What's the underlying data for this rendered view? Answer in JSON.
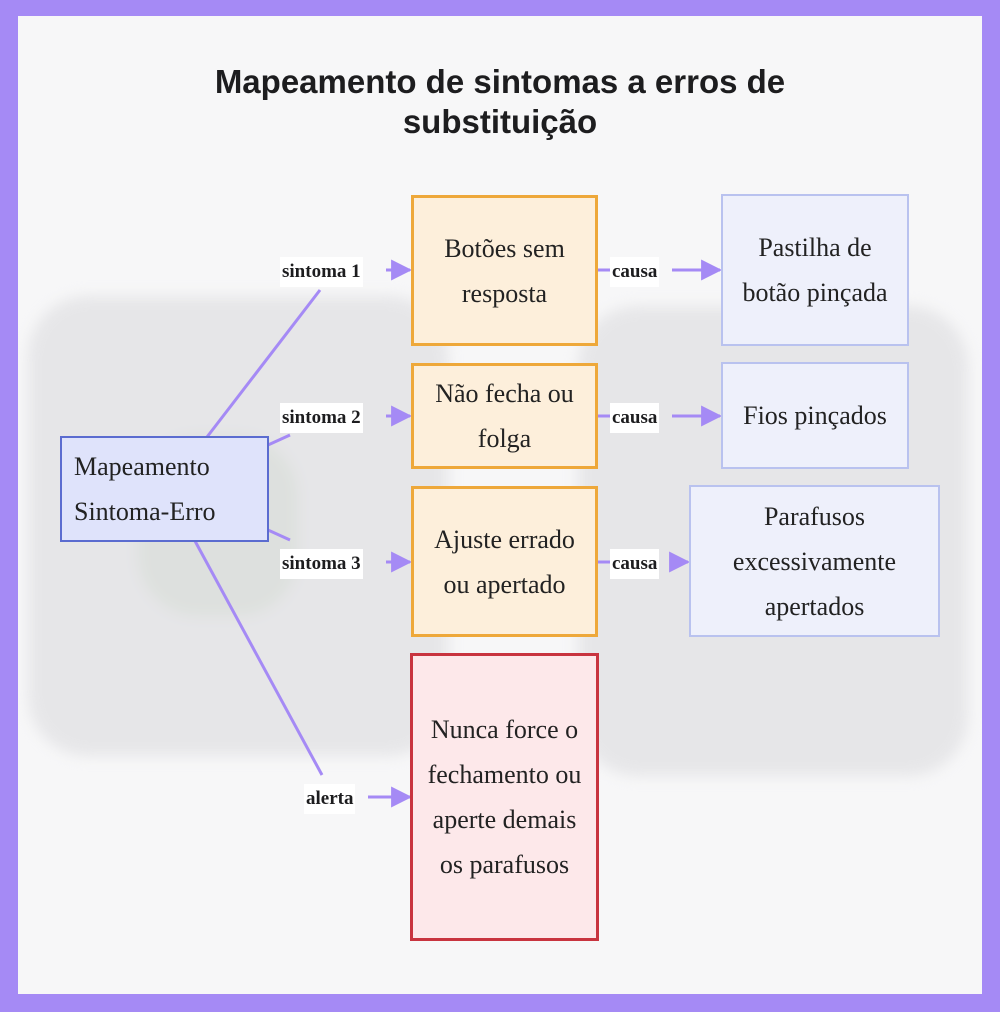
{
  "title": "Mapeamento de sintomas a erros de substituição",
  "nodes": {
    "root": "Mapeamento Sintoma-Erro",
    "symptoms": [
      "Botões sem resposta",
      "Não fecha ou folga",
      "Ajuste errado ou apertado"
    ],
    "causes": [
      "Pastilha de botão pinçada",
      "Fios pinçados",
      "Parafusos excessivamente apertados"
    ],
    "warning": "Nunca force o fechamento ou aperte demais os parafusos"
  },
  "edge_labels": {
    "symptom": [
      "sintoma 1",
      "sintoma 2",
      "sintoma 3"
    ],
    "cause": [
      "causa",
      "causa",
      "causa"
    ],
    "warning": "alerta"
  },
  "colors": {
    "edge": "#a58af5",
    "root_border": "#5b6cd0",
    "symptom_border": "#eea83a",
    "cause_border": "#b9c2ef",
    "warning_border": "#c8343f"
  }
}
